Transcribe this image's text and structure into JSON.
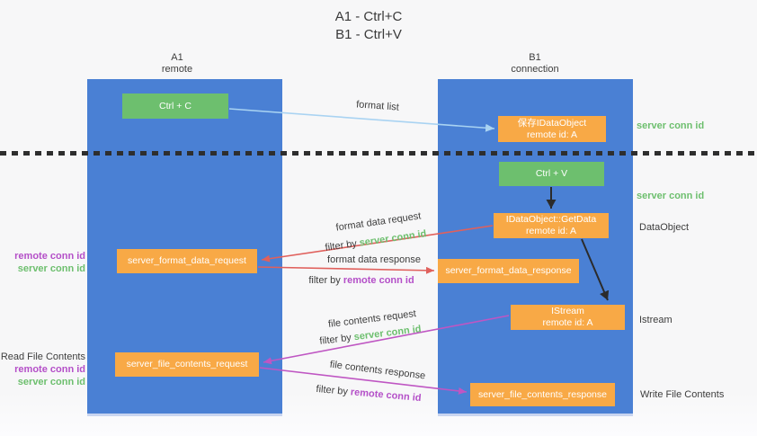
{
  "title": {
    "line1": "A1 - Ctrl+C",
    "line2": "B1 - Ctrl+V"
  },
  "colors": {
    "lane_blue": "#4a80d4",
    "box_green": "#6dbf6e",
    "box_orange": "#f8a946",
    "arrow_light_blue": "#a9d3f2",
    "arrow_red": "#e0605c",
    "arrow_magenta": "#bf56c3",
    "arrow_black": "#2b2b2b",
    "text_green": "#6dbf6e",
    "text_magenta": "#b44fc8",
    "text_dark": "#3d3d3d"
  },
  "lanes": {
    "left": {
      "header_line1": "A1",
      "header_line2": "remote"
    },
    "right": {
      "header_line1": "B1",
      "header_line2": "connection"
    }
  },
  "boxes": {
    "ctrl_c": {
      "label": "Ctrl + C"
    },
    "save_dataobject": {
      "line1": "保存IDataObject",
      "line2": "remote id: A"
    },
    "ctrl_v": {
      "label": "Ctrl + V"
    },
    "getdata": {
      "line1": "IDataObject::GetData",
      "line2": "remote id: A"
    },
    "format_request": {
      "label": "server_format_data_request"
    },
    "format_response": {
      "label": "server_format_data_response"
    },
    "istream": {
      "line1": "IStream",
      "line2": "remote id: A"
    },
    "file_request": {
      "label": "server_file_contents_request"
    },
    "file_response": {
      "label": "server_file_contents_response"
    }
  },
  "arrow_labels": {
    "format_list": "format list",
    "format_data_request": "format data request",
    "filter_server_1": {
      "prefix": "filter by ",
      "term": "server conn id"
    },
    "format_data_response": "format data response",
    "filter_remote_1": {
      "prefix": "filter by ",
      "term": "remote conn id"
    },
    "file_contents_request": "file contents request",
    "filter_server_2": {
      "prefix": "filter by ",
      "term": "server conn id"
    },
    "file_contents_response": "file contents response",
    "filter_remote_2": {
      "prefix": "filter by ",
      "term": "remote conn id"
    }
  },
  "side_labels": {
    "left_format_remote": "remote conn id",
    "left_format_server": "server conn id",
    "left_read_title": "Read File Contents",
    "left_file_remote": "remote conn id",
    "left_file_server": "server conn id",
    "right_server_1": "server conn id",
    "right_server_2": "server conn id",
    "right_dataobject": "DataObject",
    "right_istream": "Istream",
    "right_write": "Write File Contents"
  }
}
